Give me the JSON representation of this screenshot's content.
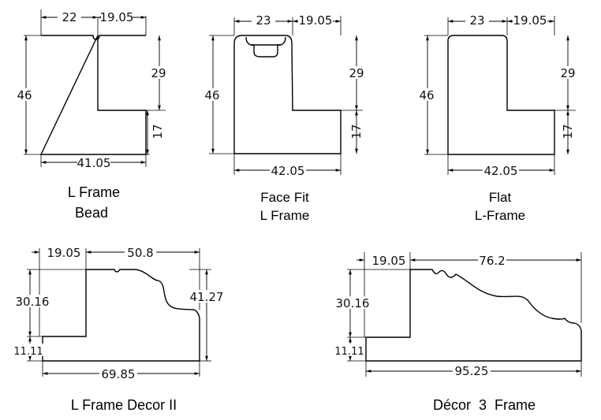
{
  "profiles": [
    {
      "caption": [
        "L Frame",
        "Bead"
      ],
      "dims": {
        "top_left": "22",
        "top_right": "19.05",
        "left": "46",
        "right_upper": "29",
        "right_lower": "17",
        "bottom": "41.05"
      }
    },
    {
      "caption": [
        "Face Fit",
        "L Frame"
      ],
      "dims": {
        "top_left": "23",
        "top_right": "19.05",
        "left": "46",
        "right_upper": "29",
        "right_lower": "17",
        "bottom": "42.05"
      }
    },
    {
      "caption": [
        "Flat",
        "L-Frame"
      ],
      "dims": {
        "top_left": "23",
        "top_right": "19.05",
        "left": "46",
        "right_upper": "29",
        "right_lower": "17",
        "bottom": "42.05"
      }
    },
    {
      "caption": [
        "L Frame Decor II"
      ],
      "dims": {
        "top_left": "19.05",
        "top_right": "50.8",
        "left_upper": "30.16",
        "left_lower": "11.11",
        "right": "41.27",
        "bottom": "69.85"
      }
    },
    {
      "caption": [
        "Décor  3  Frame"
      ],
      "dims": {
        "top_left": "19.05",
        "top_right": "76.2",
        "left_upper": "30.16",
        "left_lower": "11.11",
        "bottom": "95.25"
      }
    }
  ],
  "watermark": ""
}
